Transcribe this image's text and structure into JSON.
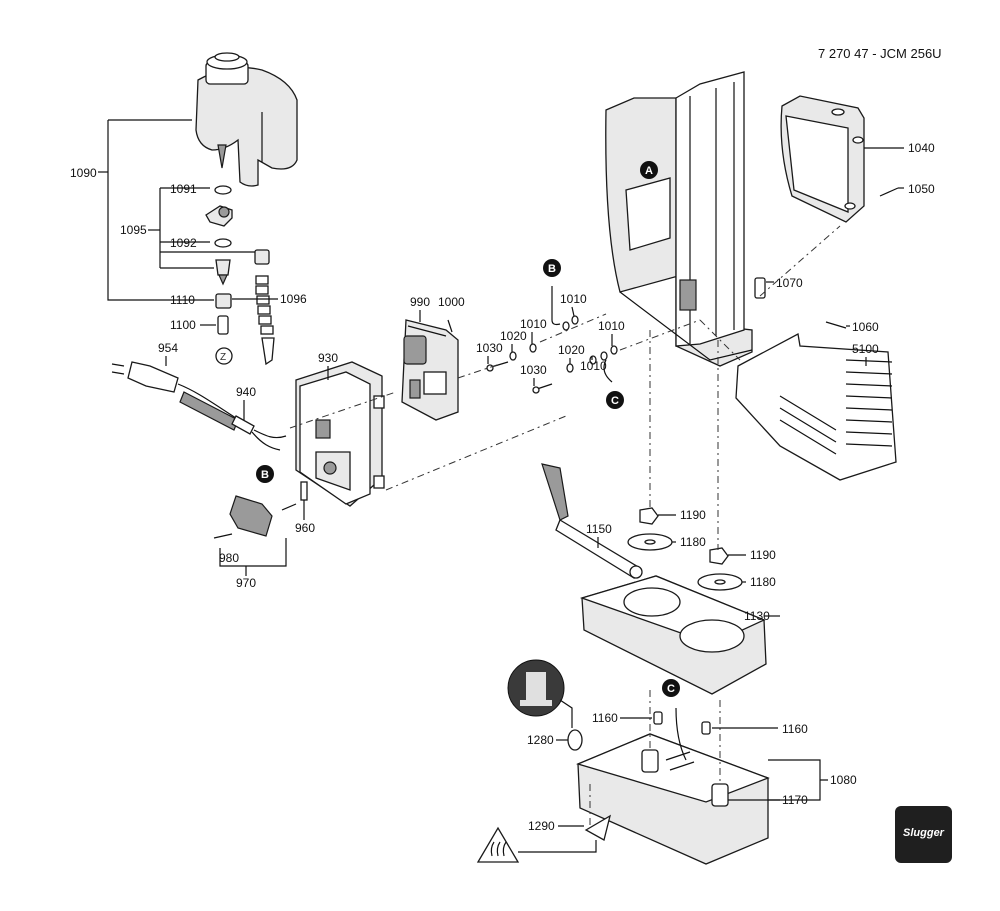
{
  "header": {
    "doc_code": "7 270 47 - JCM 256U"
  },
  "brand": {
    "logo_text": "Slugger",
    "logo_color": "#1f1f1f"
  },
  "callouts": {
    "a": "A",
    "b": "B",
    "c": "C",
    "z": "Z"
  },
  "parts": {
    "p1090": "1090",
    "p1091": "1091",
    "p1095": "1095",
    "p1092": "1092",
    "p1096": "1096",
    "p1110": "1110",
    "p1100": "1100",
    "p954": "954",
    "p940": "940",
    "p930": "930",
    "p990": "990",
    "p1000": "1000",
    "p1010a": "1010",
    "p1010b": "1010",
    "p1010c": "1010",
    "p1010d": "1010",
    "p1020a": "1020",
    "p1020b": "1020",
    "p1030a": "1030",
    "p1030b": "1030",
    "p1040": "1040",
    "p1050": "1050",
    "p1070": "1070",
    "p1060": "1060",
    "p5100": "5100",
    "p960": "960",
    "p980": "980",
    "p970": "970",
    "p1150": "1150",
    "p1190a": "1190",
    "p1190b": "1190",
    "p1180a": "1180",
    "p1180b": "1180",
    "p1130": "1130",
    "p1160a": "1160",
    "p1160b": "1160",
    "p1080": "1080",
    "p1170": "1170",
    "p1280": "1280",
    "p1290": "1290"
  }
}
